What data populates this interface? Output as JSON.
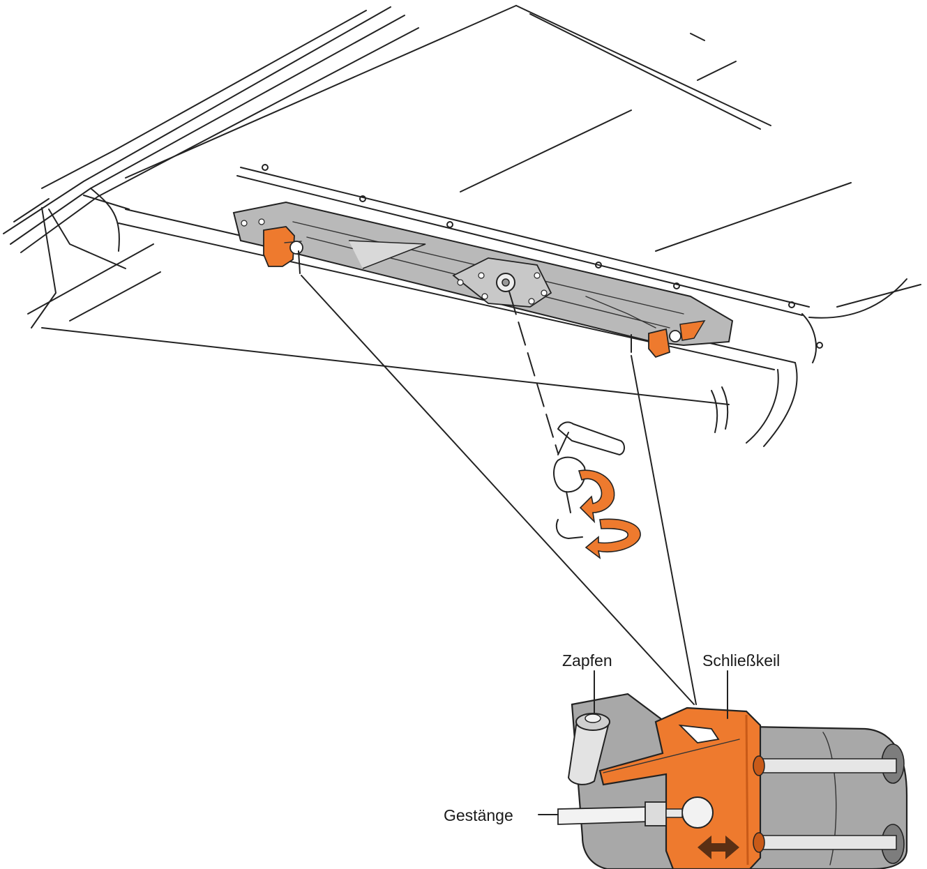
{
  "labels": {
    "zapfen": "Zapfen",
    "schliesskeil": "Schließkeil",
    "gestaenge": "Gestänge"
  },
  "colors": {
    "accent_orange": "#ee7a2e",
    "dark_orange": "#c85a18",
    "rail_gray": "#b9b9b9",
    "detail_gray": "#a8a8a8",
    "arrow_brown": "#5a2f14",
    "line": "#222222"
  },
  "icons": {
    "rotation": "orange-curved-arrow-icon",
    "movement": "double-headed-arrow-icon"
  }
}
